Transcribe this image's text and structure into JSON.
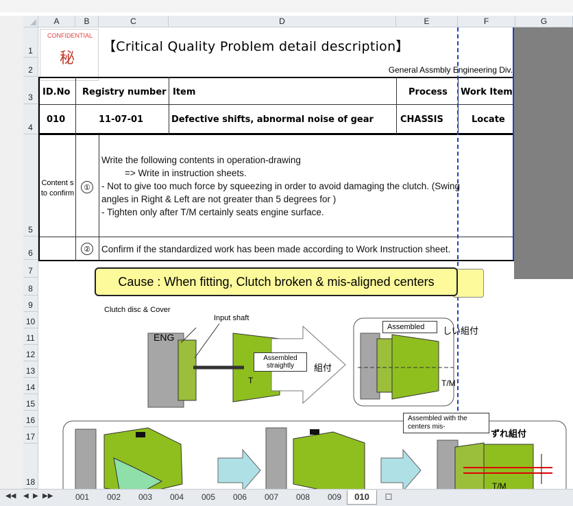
{
  "columns": [
    "A",
    "B",
    "C",
    "D",
    "E",
    "F",
    "G"
  ],
  "rows": [
    "1",
    "2",
    "3",
    "4",
    "5",
    "6",
    "7",
    "8",
    "9",
    "10",
    "11",
    "12",
    "13",
    "14",
    "15",
    "16",
    "17",
    "18"
  ],
  "stamp": {
    "confidential": "CONFIDENTIAL",
    "kanji": "秘"
  },
  "title": "【Critical Quality Problem detail description】",
  "division": "General Assmbly Engineering Div.",
  "table_headers": {
    "id": "ID.No",
    "registry": "Registry number",
    "item": "Item",
    "process": "Process",
    "work_item": "Work Item"
  },
  "record": {
    "id": "010",
    "registry": "11-07-01",
    "item": "Defective shifts, abnormal noise of gear",
    "process": "CHASSIS",
    "work_item": "Locate"
  },
  "contents_label": "Content s to confirm",
  "points": [
    {
      "num": "①",
      "lines": [
        "Write the following contents in operation-drawing",
        "=> Write in instruction sheets.",
        "- Not to give too much force by squeezing in order to avoid damaging the clutch. (Swing",
        "angles in Right & Left are not greater than 5 degrees for )",
        "- Tighten only after T/M certainly seats engine surface."
      ]
    },
    {
      "num": "②",
      "lines": [
        "Confirm if the standardized work has been made according to Work Instruction sheet."
      ]
    }
  ],
  "cause": "Cause : When fitting, Clutch broken & mis-aligned centers",
  "diagram": {
    "clutch_label": "Clutch disc & Cover",
    "input_shaft": "Input shaft",
    "eng": "ENG",
    "assembled_straightly": "Assembled straightly",
    "kumitsuke": "組付",
    "t": "T",
    "assembled": "Assembled",
    "shii_kumitsuke": "しい組付",
    "tm": "T/M",
    "assembled_mis": "Assembled with the centers mis-",
    "zure_kumitsuke": "ずれ組付"
  },
  "tabs": [
    "001",
    "002",
    "003",
    "004",
    "005",
    "006",
    "007",
    "008",
    "009",
    "010"
  ],
  "active_tab": "010",
  "colors": {
    "green": "#8fbf1f",
    "grid": "#c6ccd4",
    "blue_border": "#1f3fbf",
    "cause_fill": "#fdfa9c"
  }
}
